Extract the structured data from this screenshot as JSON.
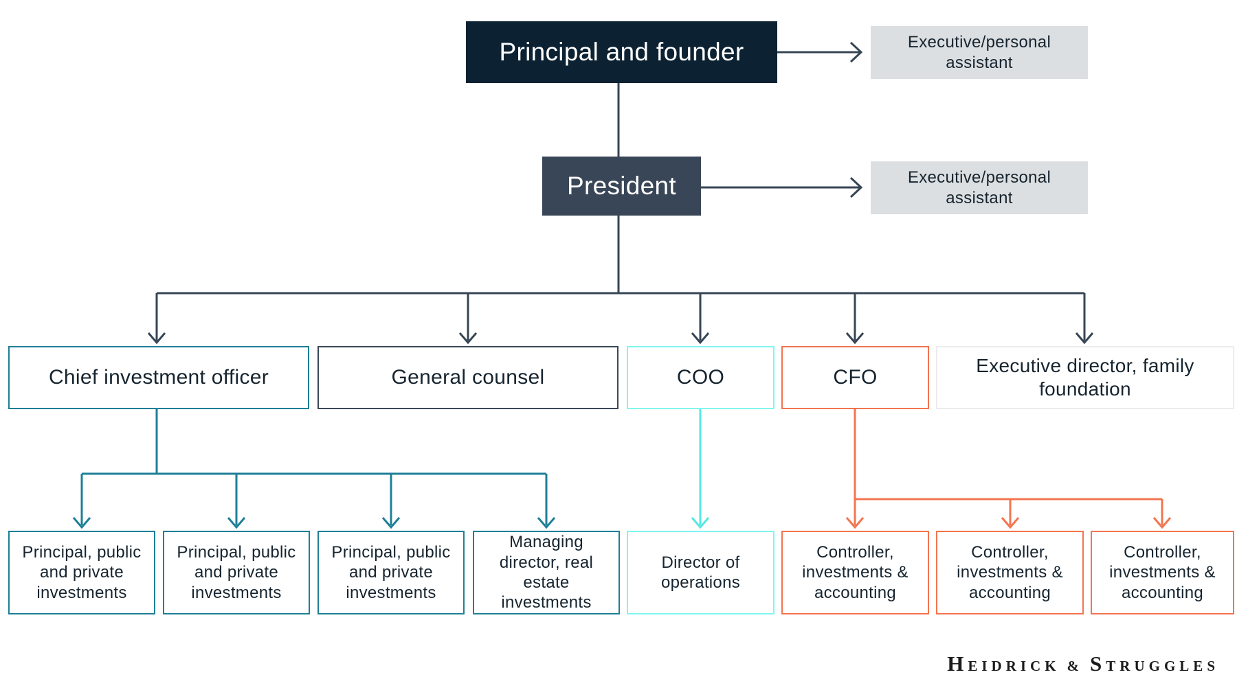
{
  "nodes": {
    "principal": "Principal and founder",
    "ea_principal": "Executive/personal assistant",
    "president": "President",
    "ea_president": "Executive/personal assistant",
    "cio": "Chief investment officer",
    "general_counsel": "General counsel",
    "coo": "COO",
    "cfo": "CFO",
    "exec_director_ff": "Executive director, family foundation",
    "cio_reports": [
      "Principal, public and private investments",
      "Principal, public and private investments",
      "Principal, public and private investments",
      "Managing director, real estate investments"
    ],
    "coo_report": "Director of operations",
    "cfo_reports": [
      "Controller, investments & accounting",
      "Controller, investments & accounting",
      "Controller, investments & accounting"
    ]
  },
  "edges": [
    {
      "from": "principal",
      "to": "ea_principal",
      "type": "assistant-arrow"
    },
    {
      "from": "principal",
      "to": "president",
      "type": "line"
    },
    {
      "from": "president",
      "to": "ea_president",
      "type": "assistant-arrow"
    },
    {
      "from": "president",
      "to": "cio",
      "type": "arrow"
    },
    {
      "from": "president",
      "to": "general_counsel",
      "type": "arrow"
    },
    {
      "from": "president",
      "to": "coo",
      "type": "arrow"
    },
    {
      "from": "president",
      "to": "cfo",
      "type": "arrow"
    },
    {
      "from": "president",
      "to": "exec_director_ff",
      "type": "arrow"
    },
    {
      "from": "cio",
      "to": "cio_reports.0",
      "type": "arrow"
    },
    {
      "from": "cio",
      "to": "cio_reports.1",
      "type": "arrow"
    },
    {
      "from": "cio",
      "to": "cio_reports.2",
      "type": "arrow"
    },
    {
      "from": "cio",
      "to": "cio_reports.3",
      "type": "arrow"
    },
    {
      "from": "coo",
      "to": "coo_report",
      "type": "arrow"
    },
    {
      "from": "cfo",
      "to": "cfo_reports.0",
      "type": "arrow"
    },
    {
      "from": "cfo",
      "to": "cfo_reports.1",
      "type": "arrow"
    },
    {
      "from": "cfo",
      "to": "cfo_reports.2",
      "type": "arrow"
    }
  ],
  "colors": {
    "dark_navy_fill": "#0C2232",
    "slate_fill": "#394657",
    "assistant_gray_fill": "#DCDFE1",
    "tree_line": "#364554",
    "teal_branch": "#1E7F97",
    "aqua_branch_line": "#56E8E0",
    "aqua_box_border": "#7FF6EF",
    "coral_branch": "#F3744F",
    "light_border": "#ECECEC",
    "text": "#16242F"
  },
  "branding": {
    "logo_text": "Heidrick & Struggles",
    "logo_words": [
      "Heidrick",
      "&",
      "Struggles"
    ]
  }
}
